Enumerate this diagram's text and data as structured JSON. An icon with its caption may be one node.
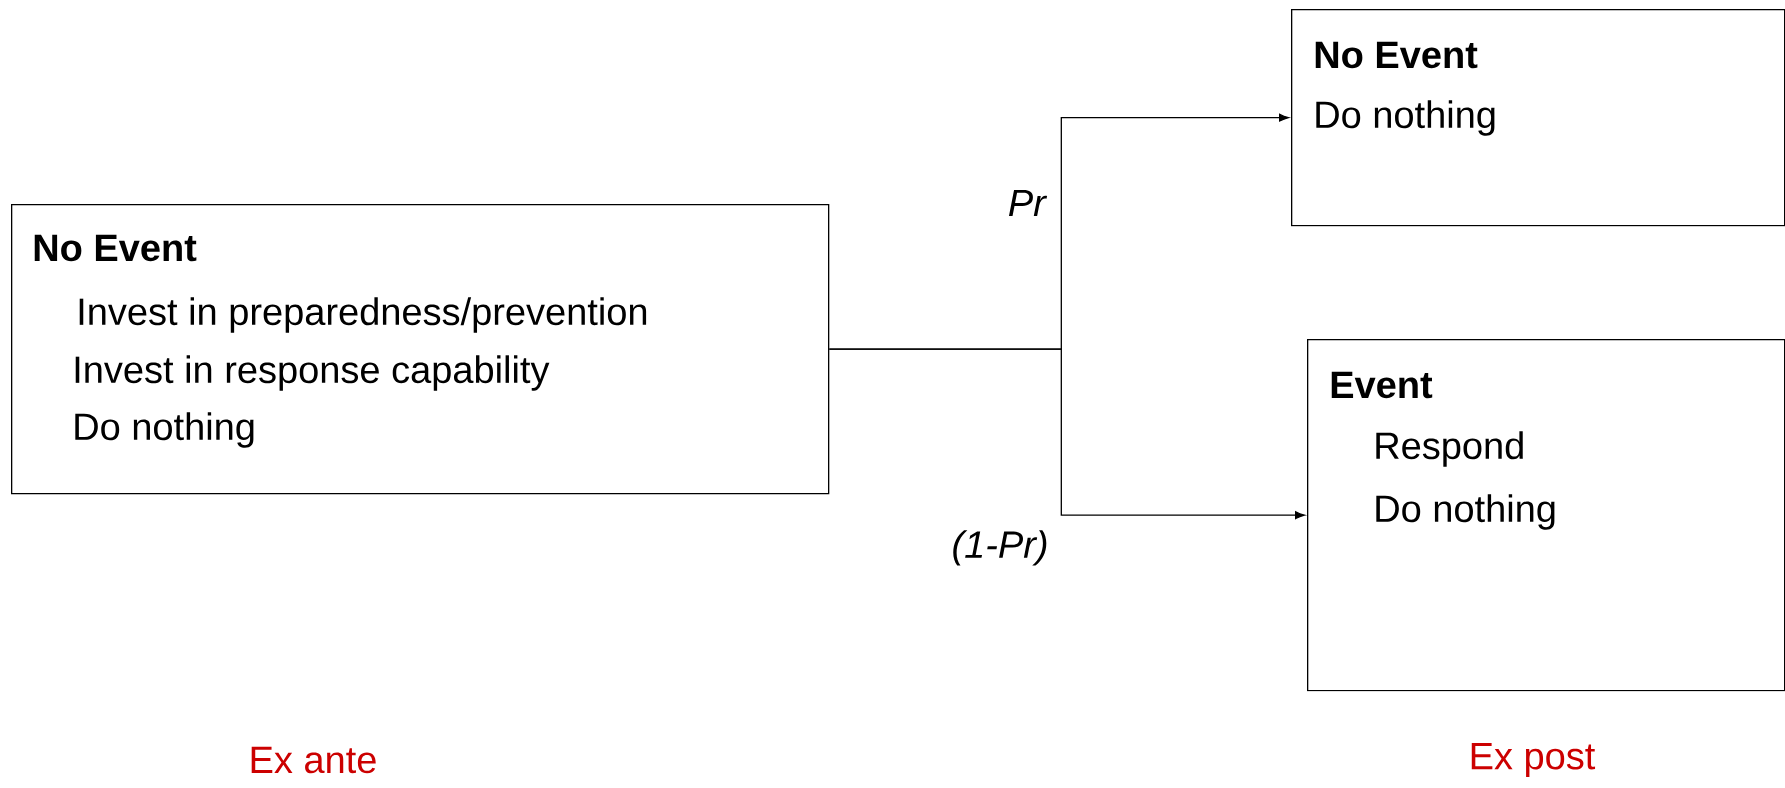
{
  "diagram": {
    "nodes": [
      {
        "text": [
          "No Event",
          "Invest in preparedness/prevention",
          "Invest in response capability",
          "Do nothing"
        ]
      },
      {
        "text": [
          "No Event",
          "Do nothing"
        ]
      },
      {
        "text": [
          "Event",
          "Respond",
          "Do nothing"
        ]
      }
    ],
    "edges": [
      {
        "from": 0,
        "to": 1,
        "arrow": "to",
        "label": "Pr"
      },
      {
        "from": 0,
        "to": 2,
        "arrow": "to",
        "label": "(1-Pr)"
      }
    ],
    "labels": [
      "Ex ante",
      "Ex post"
    ]
  }
}
